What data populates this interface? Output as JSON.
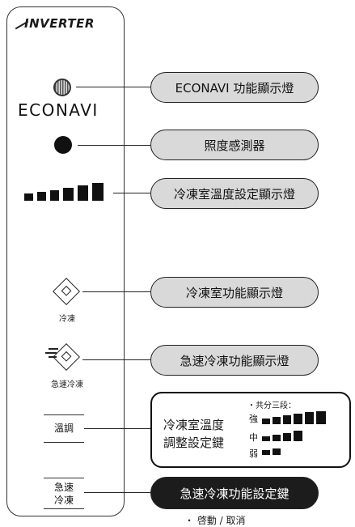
{
  "panel": {
    "brand": "INVERTER",
    "econavi_word": "ECONAVI",
    "freeze_label": "冷凍",
    "quick_freeze_label": "急速冷凍",
    "temp_button_label": "溫調",
    "quick_button_label_line1": "急速",
    "quick_button_label_line2": "冷凍"
  },
  "callouts": {
    "econavi_indicator": "ECONAVI 功能顯示燈",
    "light_sensor": "照度感測器",
    "freezer_temp_indicator": "冷凍室溫度設定顯示燈",
    "freezer_function_indicator": "冷凍室功能顯示燈",
    "quick_freeze_indicator": "急速冷凍功能顯示燈",
    "quick_freeze_key": "急速冷凍功能設定鍵"
  },
  "temp_adjust": {
    "title_line1": "冷凍室溫度",
    "title_line2": "調整設定鍵",
    "levels_heading": "・共分三段：",
    "levels": [
      {
        "name": "強",
        "bars": 6
      },
      {
        "name": "中",
        "bars": 4
      },
      {
        "name": "弱",
        "bars": 2
      }
    ]
  },
  "quick_freeze_note": "・ 啓動 / 取消",
  "colors": {
    "pill_fill": "#d9d9d9",
    "dark_pill_fill": "#1c1c1c",
    "outline": "#222222"
  }
}
